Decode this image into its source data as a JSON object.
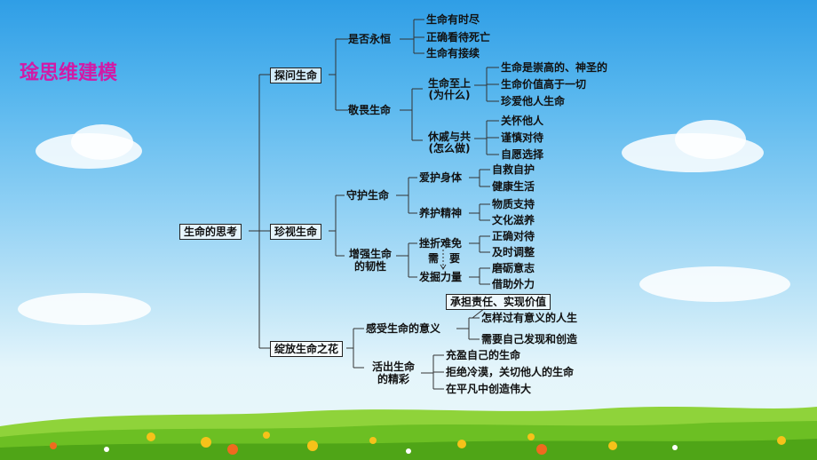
{
  "title": {
    "mark": "琻",
    "main": "思维建模"
  },
  "root": "生命的思考",
  "branch1": {
    "label": "探问生命",
    "a": {
      "label": "是否永恒",
      "items": [
        "生命有时尽",
        "正确看待死亡",
        "生命有接续"
      ]
    },
    "b": {
      "label": "敬畏生命",
      "c1": {
        "line1": "生命至上",
        "line2": "(为什么)",
        "items": [
          "生命是崇高的、神圣的",
          "生命价值高于一切",
          "珍爱他人生命"
        ]
      },
      "c2": {
        "line1": "休戚与共",
        "line2": "(怎么做)",
        "items": [
          "关怀他人",
          "谨慎对待",
          "自愿选择"
        ]
      }
    }
  },
  "branch2": {
    "label": "珍视生命",
    "a": {
      "label": "守护生命",
      "c1": {
        "label": "爱护身体",
        "items": [
          "自救自护",
          "健康生活"
        ]
      },
      "c2": {
        "label": "养护精神",
        "items": [
          "物质支持",
          "文化滋养"
        ]
      }
    },
    "b": {
      "line1": "增强生命",
      "line2": "的韧性",
      "c1": {
        "label": "挫折难免",
        "items": [
          "正确对待",
          "及时调整"
        ]
      },
      "need": [
        "需",
        "要"
      ],
      "c2": {
        "label": "发掘力量",
        "items": [
          "磨砺意志",
          "借助外力"
        ]
      }
    }
  },
  "branch3": {
    "label": "绽放生命之花",
    "headline": "承担责任、实现价值",
    "a": {
      "label": "感受生命的意义",
      "items": [
        "怎样过有意义的人生",
        "需要自己发现和创造"
      ]
    },
    "b": {
      "line1": "活出生命",
      "line2": "的精彩",
      "items": [
        "充盈自己的生命",
        "拒绝冷漠，关切他人的生命",
        "在平凡中创造伟大"
      ]
    }
  },
  "colors": {
    "title": "#d21aa6",
    "line": "#333333",
    "text": "#111111",
    "sky_top": "#2f9ee6",
    "grass": "#7cc427"
  }
}
